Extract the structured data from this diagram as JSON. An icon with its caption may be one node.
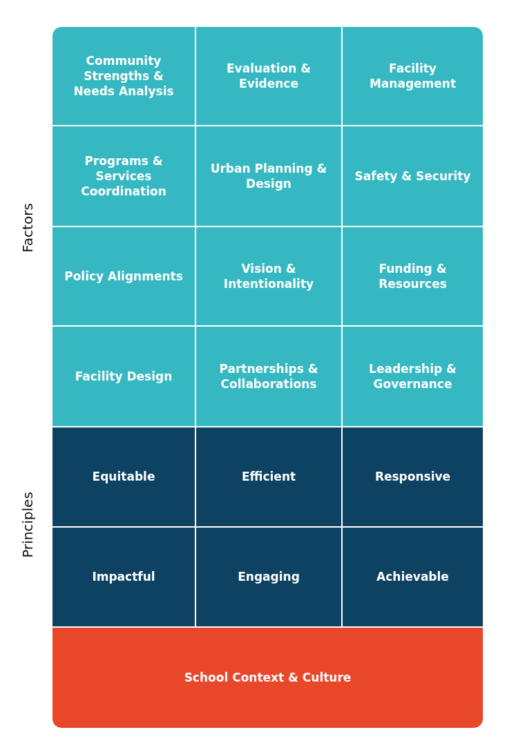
{
  "diagram": {
    "nodes": [
      {
        "text": [
          "Community Strengths & Needs Analysis"
        ]
      },
      {
        "text": [
          "Evaluation & Evidence"
        ]
      },
      {
        "text": [
          "Facility Management"
        ]
      },
      {
        "text": [
          "Programs & Services Coordination"
        ]
      },
      {
        "text": [
          "Urban Planning & Design"
        ]
      },
      {
        "text": [
          "Safety & Security"
        ]
      },
      {
        "text": [
          "Policy Alignments"
        ]
      },
      {
        "text": [
          "Vision & Intentionality"
        ]
      },
      {
        "text": [
          "Funding & Resources"
        ]
      },
      {
        "text": [
          "Facility Design"
        ]
      },
      {
        "text": [
          "Partnerships & Collaborations"
        ]
      },
      {
        "text": [
          "Leadership & Governance"
        ]
      },
      {
        "text": [
          "Equitable"
        ]
      },
      {
        "text": [
          "Efficient"
        ]
      },
      {
        "text": [
          "Responsive"
        ]
      },
      {
        "text": [
          "Impactful"
        ]
      },
      {
        "text": [
          "Engaging"
        ]
      },
      {
        "text": [
          "Achievable"
        ]
      },
      {
        "text": [
          "School Context & Culture"
        ]
      }
    ],
    "labels": [
      "Factors",
      "Principles"
    ]
  }
}
